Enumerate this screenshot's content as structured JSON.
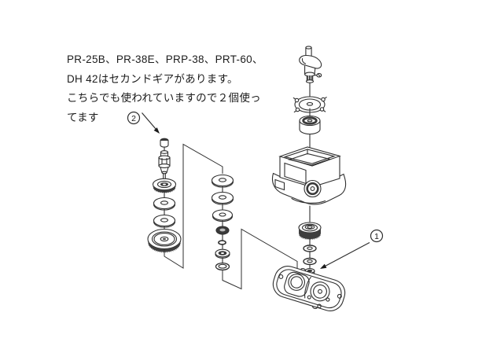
{
  "page": {
    "background": "#ffffff",
    "figure_type": "exploded-parts-diagram"
  },
  "colors": {
    "background": "#ffffff",
    "line": "#2f2f2f",
    "dark_fill": "#3f3f3f",
    "text": "#1c1c1c"
  },
  "note": {
    "lines": [
      "PR-25B、PR-38E、PRP-38、PRT-60、",
      "DH 42はセカンドギアがあります。",
      "こちらでも使われていますので２個使っ",
      "てます"
    ]
  },
  "callouts": {
    "c2": {
      "number": "2"
    },
    "c1": {
      "number": "1"
    }
  }
}
